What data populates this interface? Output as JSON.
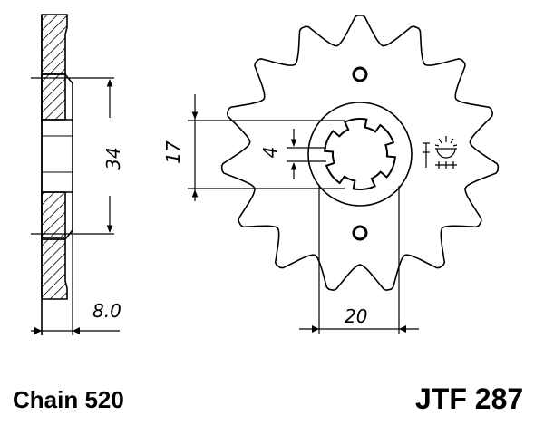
{
  "drawing": {
    "teeth_count": 15,
    "line_color": "#000000",
    "side_view": {
      "dim_width": "8.0",
      "dim_hub": "34"
    },
    "front_view": {
      "dim_bore": "17",
      "dim_spline": "4",
      "dim_across": "20"
    }
  },
  "footer": {
    "chain": "Chain 520",
    "part_number": "JTF 287"
  }
}
